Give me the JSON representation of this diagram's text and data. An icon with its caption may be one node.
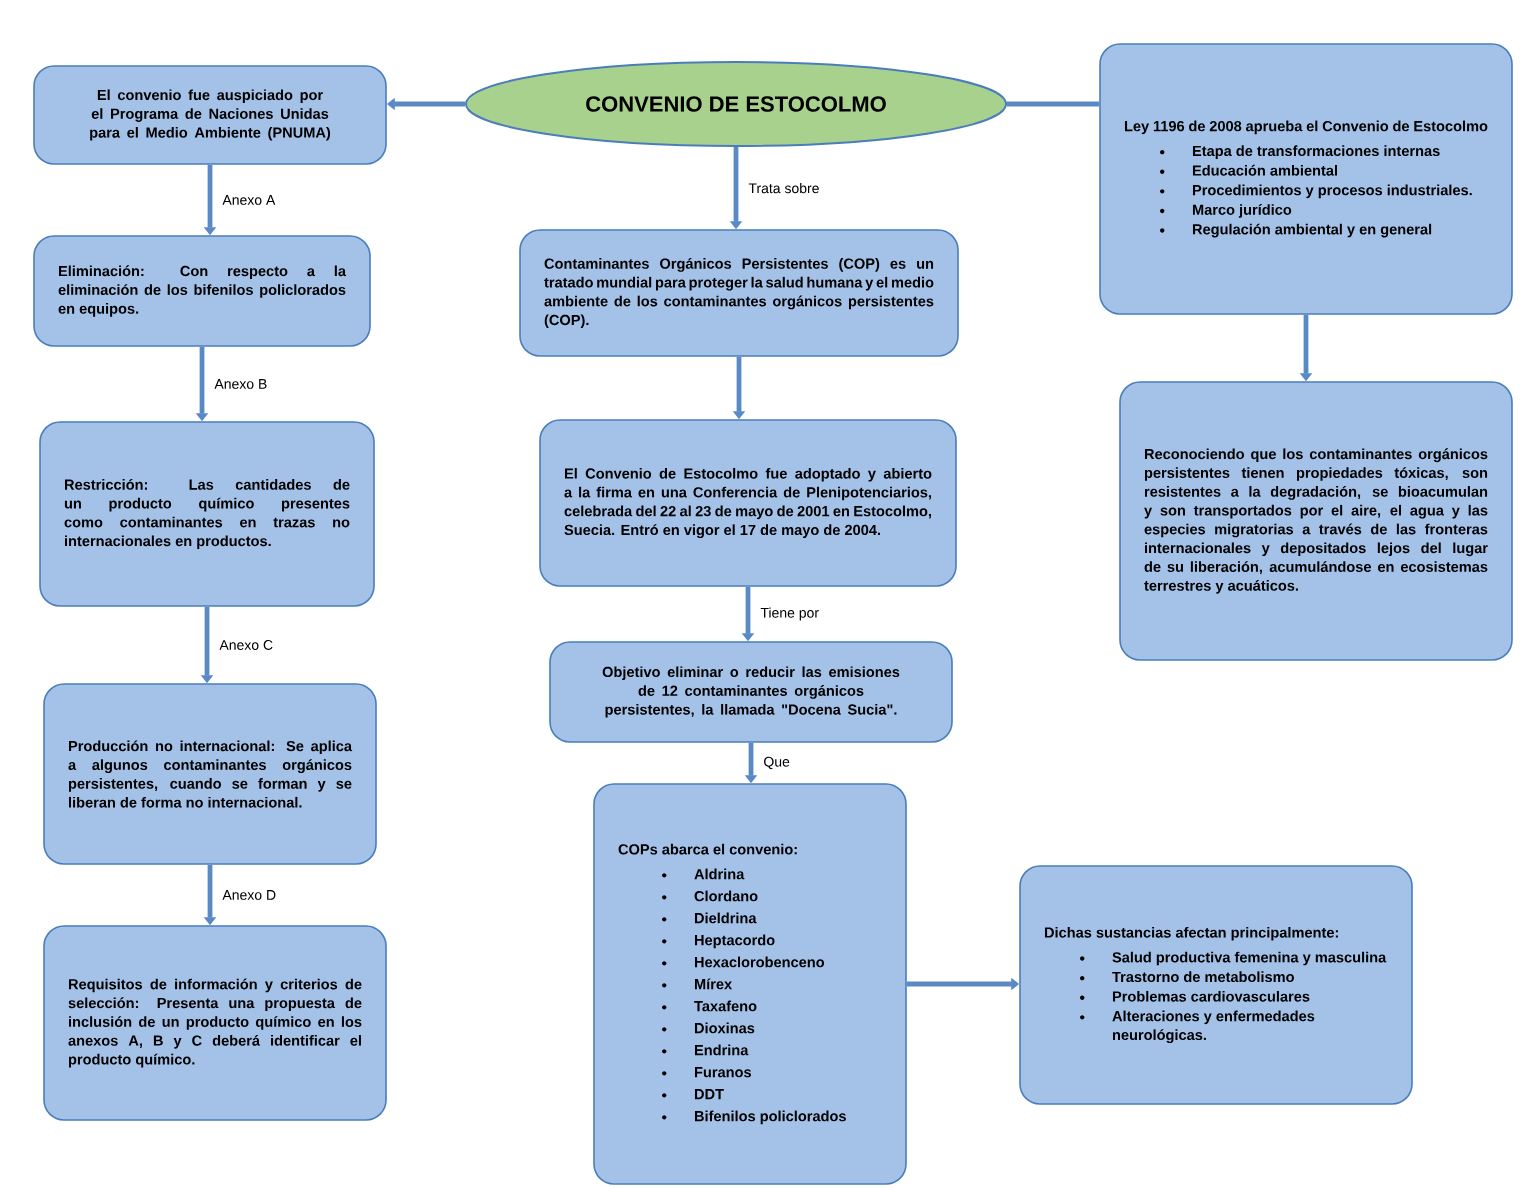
{
  "diagram": {
    "nodes": [
      {
        "text": [
          "CONVENIO DE ESTOCOLMO"
        ]
      },
      {
        "text": [
          "El convenio fue auspiciado por el Programa de Naciones Unidas para el Medio Ambiente (PNUMA)"
        ]
      },
      {
        "text": [
          "Eliminación: Con respecto a la eliminación de los bifenilos policlorados en equipos."
        ]
      },
      {
        "text": [
          "Restricción: Las cantidades de un producto químico presentes como contaminantes en trazas no internacionales en productos."
        ]
      },
      {
        "text": [
          "Producción no internacional: Se aplica a algunos contaminantes orgánicos persistentes, cuando se forman y se liberan de forma no internacional."
        ]
      },
      {
        "text": [
          "Requisitos de información y criterios de selección: Presenta una propuesta de inclusión de un producto químico en los anexos A, B y C deberá identificar el producto químico."
        ]
      },
      {
        "text": [
          "Contaminantes Orgánicos Persistentes (COP) es un tratado mundial para proteger la salud humana y el medio ambiente de los contaminantes orgánicos persistentes (COP)."
        ]
      },
      {
        "text": [
          "El Convenio de Estocolmo fue adoptado y abierto a la firma en una Conferencia de Plenipotenciarios, celebrada del 22 al 23 de mayo de 2001 en Estocolmo, Suecia. Entró en vigor el 17 de mayo de 2004."
        ]
      },
      {
        "text": [
          "Objetivo eliminar o reducir las emisiones de 12 contaminantes orgánicos persistentes, la llamada \"Docena Sucia\"."
        ]
      },
      {
        "text": [
          "COPs abarca el convenio:",
          "Aldrina",
          "Clordano",
          "Dieldrina",
          "Heptacordo",
          "Hexaclorobenceno",
          "Mírex",
          "Taxafeno",
          "Dioxinas",
          "Endrina",
          "Furanos",
          "DDT",
          "Bifenilos policlorados"
        ]
      },
      {
        "text": [
          "Ley 1196 de 2008 aprueba el Convenio de Estocolmo",
          "Etapa de transformaciones internas",
          "Educación ambiental",
          "Procedimientos y procesos industriales.",
          "Marco jurídico",
          "Regulación ambiental y en general"
        ]
      },
      {
        "text": [
          "Reconociendo que los contaminantes orgánicos persistentes tienen propiedades tóxicas, son resistentes a la degradación, se bioacumulan y son transportados por el aire, el agua y las especies migratorias a través de las fronteras internacionales y depositados lejos del lugar de su liberación, acumulándose en ecosistemas terrestres y acuáticos."
        ]
      },
      {
        "text": [
          "Dichas sustancias afectan principalmente:",
          "Salud productiva femenina y masculina",
          "Trastorno de metabolismo",
          "Problemas cardiovasculares",
          "Alteraciones y enfermedades neurológicas."
        ]
      }
    ],
    "edges": [
      {
        "from": 0,
        "to": 1,
        "arrow": "to"
      },
      {
        "from": 1,
        "to": 2,
        "arrow": "to",
        "label": "Anexo A"
      },
      {
        "from": 2,
        "to": 3,
        "arrow": "to",
        "label": "Anexo B"
      },
      {
        "from": 3,
        "to": 4,
        "arrow": "to",
        "label": "Anexo C"
      },
      {
        "from": 4,
        "to": 5,
        "arrow": "to",
        "label": "Anexo D"
      },
      {
        "from": 0,
        "to": 6,
        "arrow": "to",
        "label": "Trata sobre"
      },
      {
        "from": 6,
        "to": 7,
        "arrow": "to"
      },
      {
        "from": 7,
        "to": 8,
        "arrow": "to",
        "label": "Tiene por"
      },
      {
        "from": 8,
        "to": 9,
        "arrow": "to",
        "label": "Que"
      },
      {
        "from": 9,
        "to": 12,
        "arrow": "to"
      },
      {
        "from": 0,
        "to": 10,
        "arrow": "none"
      },
      {
        "from": 10,
        "to": 11,
        "arrow": "to"
      }
    ]
  }
}
